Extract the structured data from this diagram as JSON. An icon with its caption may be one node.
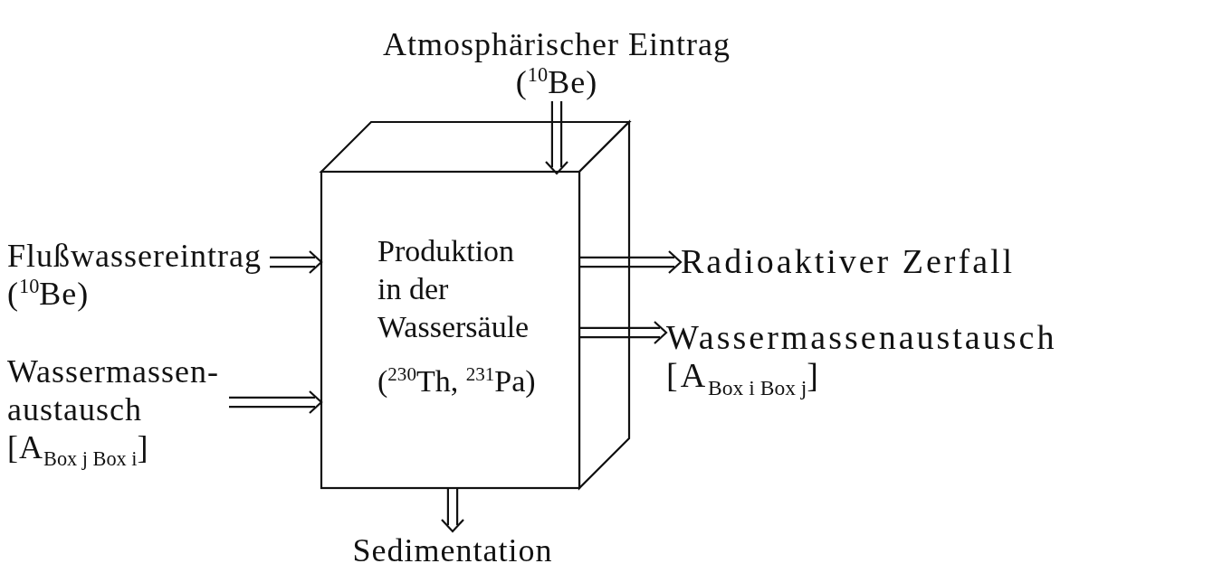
{
  "diagram": {
    "nodes": [
      {
        "text": [
          "Produktion in der Wassersäule",
          "($^{230}$Th, $^{231}$Pa)"
        ]
      },
      {
        "text": [
          "Atmosphärischer Eintrag ($^{10}$Be)"
        ]
      },
      {
        "text": [
          "Flußwassereintrag ($^{10}$Be)"
        ]
      },
      {
        "text": [
          "Wassermassen- austausch [A$_{Box j Box i}$]"
        ]
      },
      {
        "text": [
          "Radioaktiver Zerfall"
        ]
      },
      {
        "text": [
          "Wassermassenaustausch [A$_{Box i Box j}$]"
        ]
      },
      {
        "text": [
          "Sedimentation"
        ]
      }
    ],
    "edges": [
      {
        "from": 1,
        "to": 0,
        "arrow": "to"
      },
      {
        "from": 2,
        "to": 0,
        "arrow": "to"
      },
      {
        "from": 3,
        "to": 0,
        "arrow": "to"
      },
      {
        "from": 0,
        "to": 4,
        "arrow": "to"
      },
      {
        "from": 0,
        "to": 5,
        "arrow": "to"
      },
      {
        "from": 0,
        "to": 6,
        "arrow": "to"
      }
    ]
  }
}
